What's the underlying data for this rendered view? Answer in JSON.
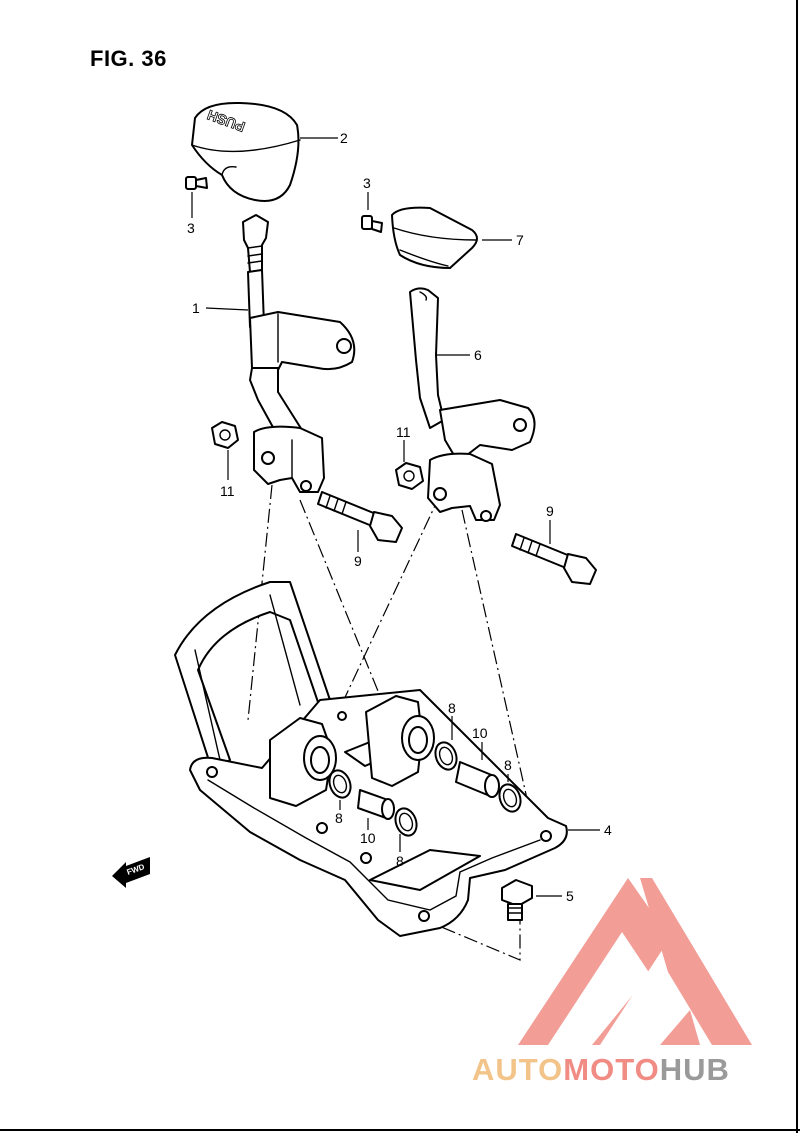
{
  "figure": {
    "title": "FIG. 36"
  },
  "callouts": {
    "c1": "1",
    "c2": "2",
    "c3a": "3",
    "c3b": "3",
    "c4": "4",
    "c5": "5",
    "c6": "6",
    "c7": "7",
    "c8a": "8",
    "c8b": "8",
    "c8c": "8",
    "c8d": "8",
    "c9a": "9",
    "c9b": "9",
    "c10a": "10",
    "c10b": "10",
    "c11a": "11",
    "c11b": "11"
  },
  "knob_text": "PUSH",
  "fwd_label": "FWD",
  "watermark": {
    "part1": "AUTO",
    "part2": "MOTO",
    "part3": "HUB",
    "colors": {
      "auto": "#f3c48a",
      "moto": "#f08c84",
      "hub": "#9a9a9a",
      "logo": "#f08c84"
    }
  }
}
